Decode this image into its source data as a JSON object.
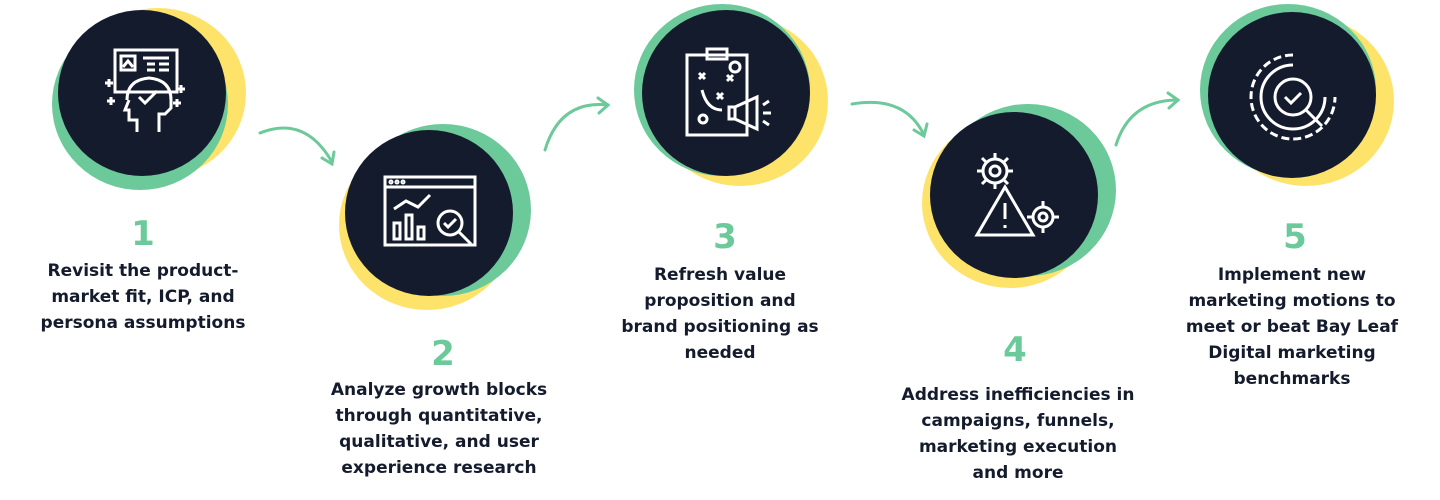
{
  "colors": {
    "dark": "#141b2d",
    "green": "#6cc99a",
    "yellow": "#fde36a"
  },
  "steps": [
    {
      "number": "1",
      "icon": "head-checkmark-icon",
      "lines": [
        "Revisit the product-",
        "market fit, ICP, and",
        "persona assumptions"
      ]
    },
    {
      "number": "2",
      "icon": "analytics-magnifier-icon",
      "lines": [
        "Analyze growth blocks",
        "through quantitative,",
        "qualitative, and user",
        "experience research"
      ]
    },
    {
      "number": "3",
      "icon": "strategy-clipboard-megaphone-icon",
      "lines": [
        "Refresh value",
        "proposition and",
        "brand positioning as",
        "needed"
      ]
    },
    {
      "number": "4",
      "icon": "warning-gears-icon",
      "lines": [
        "Address inefficiencies in",
        "campaigns, funnels,",
        "marketing execution",
        "and more"
      ]
    },
    {
      "number": "5",
      "icon": "target-magnifier-icon",
      "lines": [
        "Implement new",
        "marketing motions to",
        "meet or beat Bay Leaf",
        "Digital marketing",
        "benchmarks"
      ]
    }
  ]
}
